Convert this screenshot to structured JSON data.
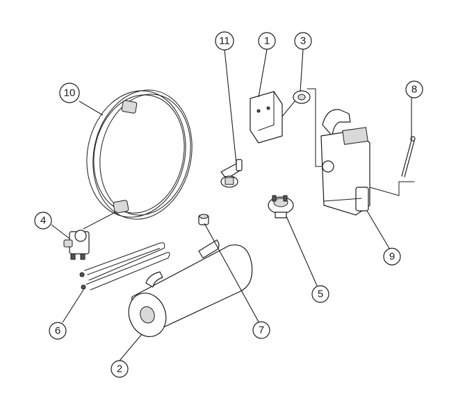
{
  "callouts": [
    {
      "id": "1",
      "label": "1",
      "part": "bracket"
    },
    {
      "id": "2",
      "label": "2",
      "part": "tank"
    },
    {
      "id": "3",
      "label": "3",
      "part": "nut"
    },
    {
      "id": "4",
      "label": "4",
      "part": "inlet-valve"
    },
    {
      "id": "5",
      "label": "5",
      "part": "pressure-switch"
    },
    {
      "id": "6",
      "label": "6",
      "part": "heating-element"
    },
    {
      "id": "7",
      "label": "7",
      "part": "fitting"
    },
    {
      "id": "8",
      "label": "8",
      "part": "rod"
    },
    {
      "id": "9",
      "label": "9",
      "part": "water-box"
    },
    {
      "id": "10",
      "label": "10",
      "part": "hose"
    },
    {
      "id": "11",
      "label": "11",
      "part": "elbow-connector"
    }
  ],
  "colors": {
    "line": "#1a1a1a",
    "background": "#ffffff",
    "shade": "#d9d9d9"
  }
}
